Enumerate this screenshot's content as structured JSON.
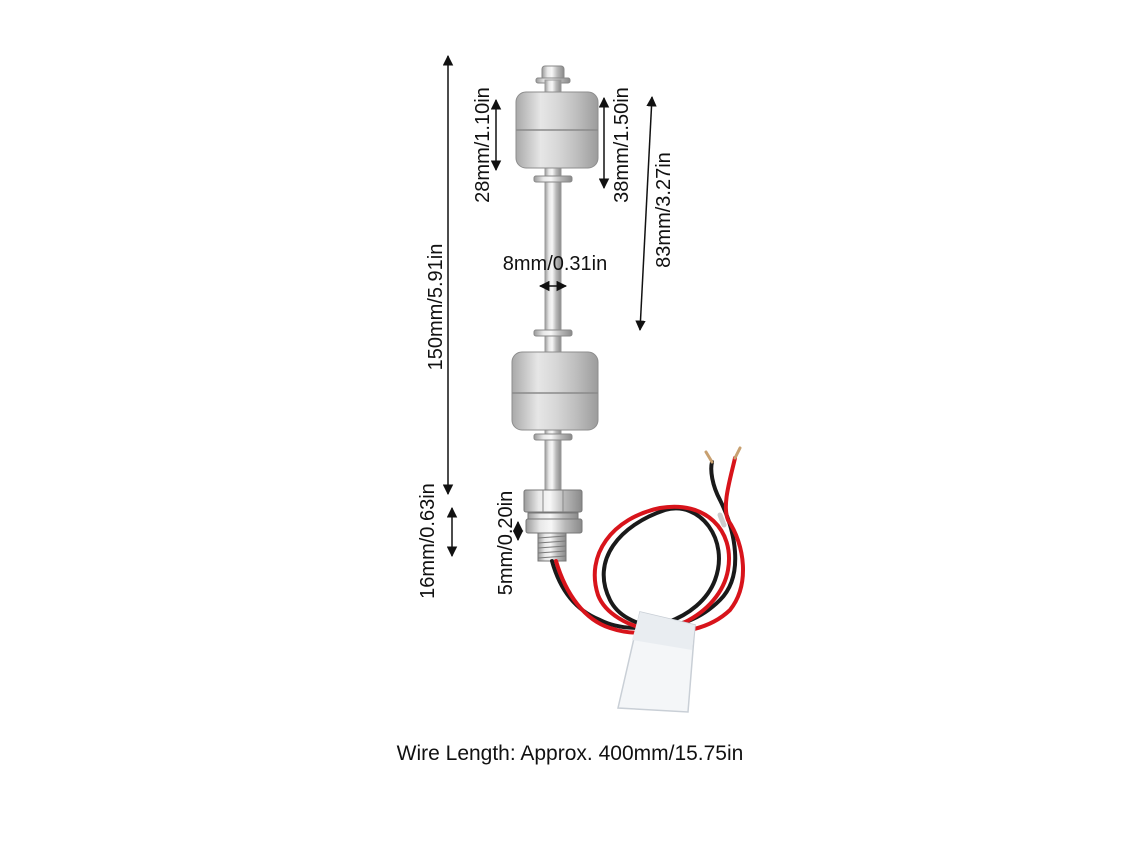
{
  "dimensions": {
    "overall_height": "150mm/5.91in",
    "float_height": "28mm/1.10in",
    "float_spacing": "38mm/1.50in",
    "stroke": "83mm/3.27in",
    "rod_diameter": "8mm/0.31in",
    "thread_length": "16mm/0.63in",
    "nut_height": "5mm/0.20in"
  },
  "caption": "Wire Length: Approx. 400mm/15.75in",
  "colors": {
    "wire_red": "#d8141b",
    "wire_black": "#1a1a1a",
    "steel": "#c9c9c9"
  }
}
